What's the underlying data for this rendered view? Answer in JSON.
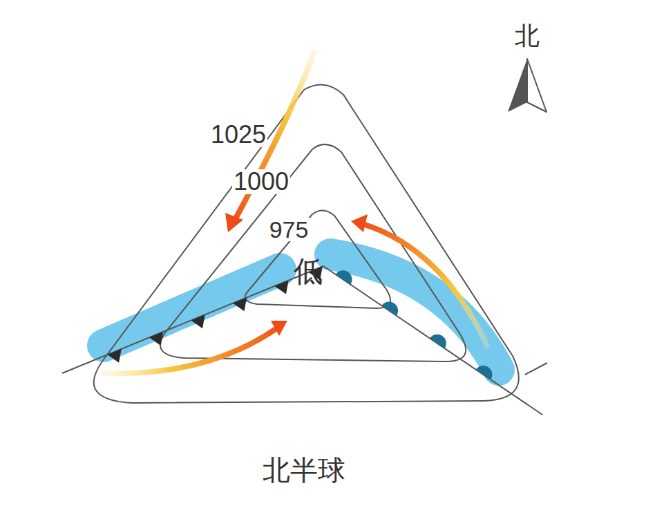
{
  "diagram": {
    "caption": "北半球",
    "labels": [
      "1025",
      "1000",
      "975",
      "低",
      "北"
    ]
  }
}
